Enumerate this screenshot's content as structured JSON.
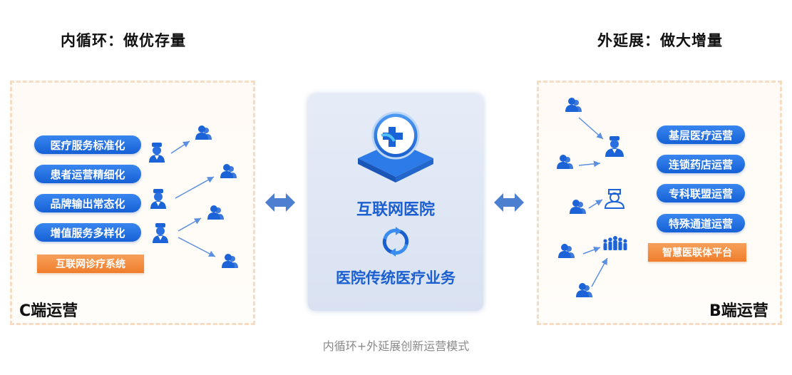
{
  "left_heading": "内循环：做优存量",
  "right_heading": "外延展：做大增量",
  "left_panel": {
    "items": [
      "医疗服务标准化",
      "患者运营精细化",
      "品牌输出常态化",
      "增值服务多样化"
    ],
    "system_label": "互联网诊疗系统",
    "corner_label": "C端运营"
  },
  "center": {
    "title": "互联网医院",
    "subtitle": "医院传统医疗业务"
  },
  "right_panel": {
    "items": [
      "基层医疗运营",
      "连锁药店运营",
      "专科联盟运营",
      "特殊通道运营"
    ],
    "platform_label": "智慧医联体平台",
    "corner_label": "B端运营"
  },
  "caption": "内循环+外延展创新运营模式",
  "colors": {
    "accent": "#1b63d6",
    "orange": "#ef7d2c",
    "panel_border": "#f7dcc4"
  }
}
